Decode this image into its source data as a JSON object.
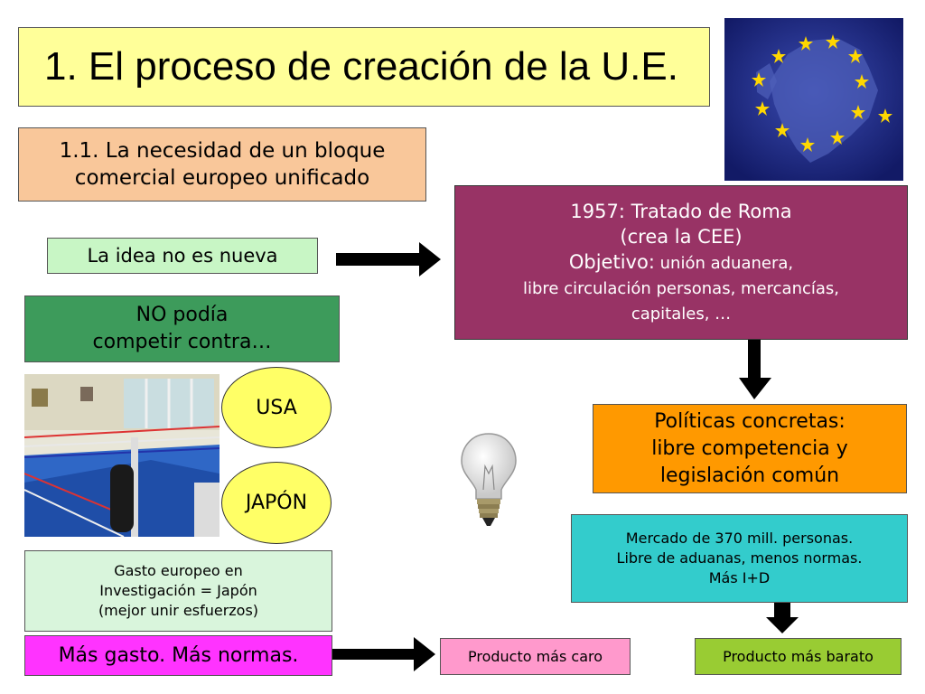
{
  "title": "1. El proceso de creación de la U.E.",
  "subtitle": [
    "1.1. La necesidad de un bloque",
    "comercial europeo unificado"
  ],
  "idea": "La idea no es nueva",
  "no_podia": [
    "NO podía",
    "competir contra…"
  ],
  "usa": "USA",
  "japon": "JAPÓN",
  "roma": {
    "line1": "1957: Tratado de Roma",
    "line2": "(crea la CEE)",
    "line3_prefix": "Objetivo:",
    "line3_rest": " unión aduanera,",
    "line4": "libre circulación personas, mercancías,",
    "line5": "capitales, …"
  },
  "politicas": [
    "Políticas concretas:",
    "libre competencia y",
    "legislación común"
  ],
  "mercado": [
    "Mercado de 370 mill. personas.",
    "Libre de aduanas, menos normas.",
    "Más I+D"
  ],
  "gasto": [
    "Gasto europeo en",
    "Investigación = Japón",
    "(mejor unir esfuerzos)"
  ],
  "mas_gasto": "Más gasto. Más normas.",
  "producto_caro": "Producto más caro",
  "producto_barato": "Producto más barato",
  "colors": {
    "title_bg": "#ffff99",
    "subtitle_bg": "#f9c79a",
    "idea_bg": "#c8f6c5",
    "no_podia_bg": "#3d9b5b",
    "roma_bg": "#983365",
    "politicas_bg": "#ff9900",
    "mercado_bg": "#33cccc",
    "gasto_bg": "#d9f5dc",
    "mas_gasto_bg": "#ff33ff",
    "caro_bg": "#ff99cc",
    "barato_bg": "#99cc33",
    "oval_bg": "#ffff66",
    "eu_blue": "#1f2d8f",
    "eu_star": "#ffd700"
  },
  "icons": [
    "eu-flag-map-icon",
    "boxing-ring-photo",
    "light-bulb-icon",
    "right-arrow-icon",
    "down-arrow-icon"
  ]
}
